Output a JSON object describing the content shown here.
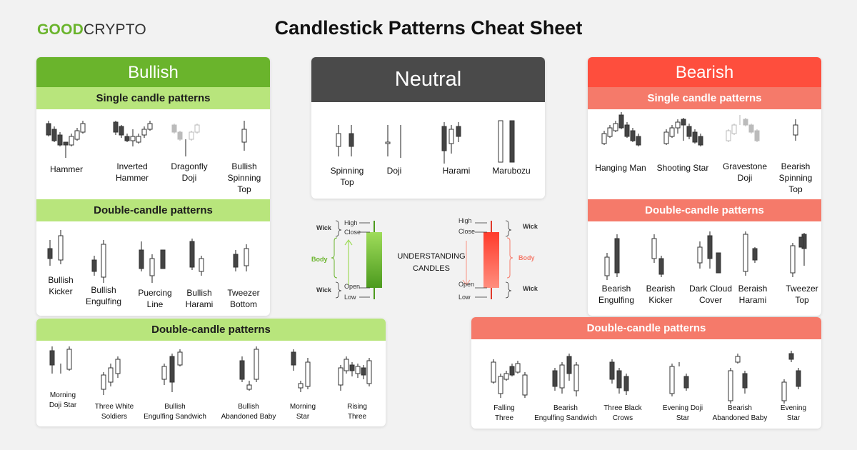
{
  "brand": {
    "logo_good": "GOOD",
    "logo_crypto": "CRYPTO"
  },
  "page": {
    "title": "Candlestick Patterns Cheat Sheet"
  },
  "colors": {
    "bull_head": "#6ab42c",
    "bull_sub": "#b8e57c",
    "neutral_head": "#4a4a4a",
    "bear_head": "#fe4e3d",
    "bear_sub": "#f57a6a"
  },
  "bullish": {
    "title": "Bullish",
    "single_title": "Single candle patterns",
    "single": [
      "Hammer",
      "Inverted\nHammer",
      "Dragonfly\nDoji",
      "Bullish\nSpinning\nTop"
    ],
    "double_title": "Double-candle patterns",
    "double": [
      "Bullish\nKicker",
      "Bullish\nEngulfing",
      "Puercing\nLine",
      "Bullish\nHarami",
      "Tweezer\nBottom"
    ],
    "multi_title": "Double-candle patterns",
    "multi": [
      "Morning\nDoji Star",
      "Three White\nSoldiers",
      "Bullish\nEngulfing Sandwich",
      "Bullish\nAbandoned Baby",
      "Morning\nStar",
      "Rising\nThree"
    ]
  },
  "neutral": {
    "title": "Neutral",
    "items": [
      "Spinning\nTop",
      "Doji",
      "Harami",
      "Marubozu"
    ]
  },
  "bearish": {
    "title": "Bearish",
    "single_title": "Single candle patterns",
    "single": [
      "Hanging Man",
      "Shooting Star",
      "Gravestone\nDoji",
      "Bearish\nSpinning\nTop"
    ],
    "double_title": "Double-candle patterns",
    "double": [
      "Bearish\nEngulfing",
      "Bearish\nKicker",
      "Dark Cloud\nCover",
      "Beraish\nHarami",
      "Tweezer\nTop"
    ],
    "multi_title": "Double-candle patterns",
    "multi": [
      "Falling\nThree",
      "Bearish\nEngulfing Sandwich",
      "Three Black\nCrows",
      "Evening Doji\nStar",
      "Bearish\nAbandoned Baby",
      "Evening\nStar"
    ]
  },
  "diagram": {
    "title": "UNDERSTANDING\nCANDLES",
    "wick": "Wick",
    "body": "Body",
    "high": "High",
    "close": "Close",
    "open": "Open",
    "low": "Low"
  }
}
